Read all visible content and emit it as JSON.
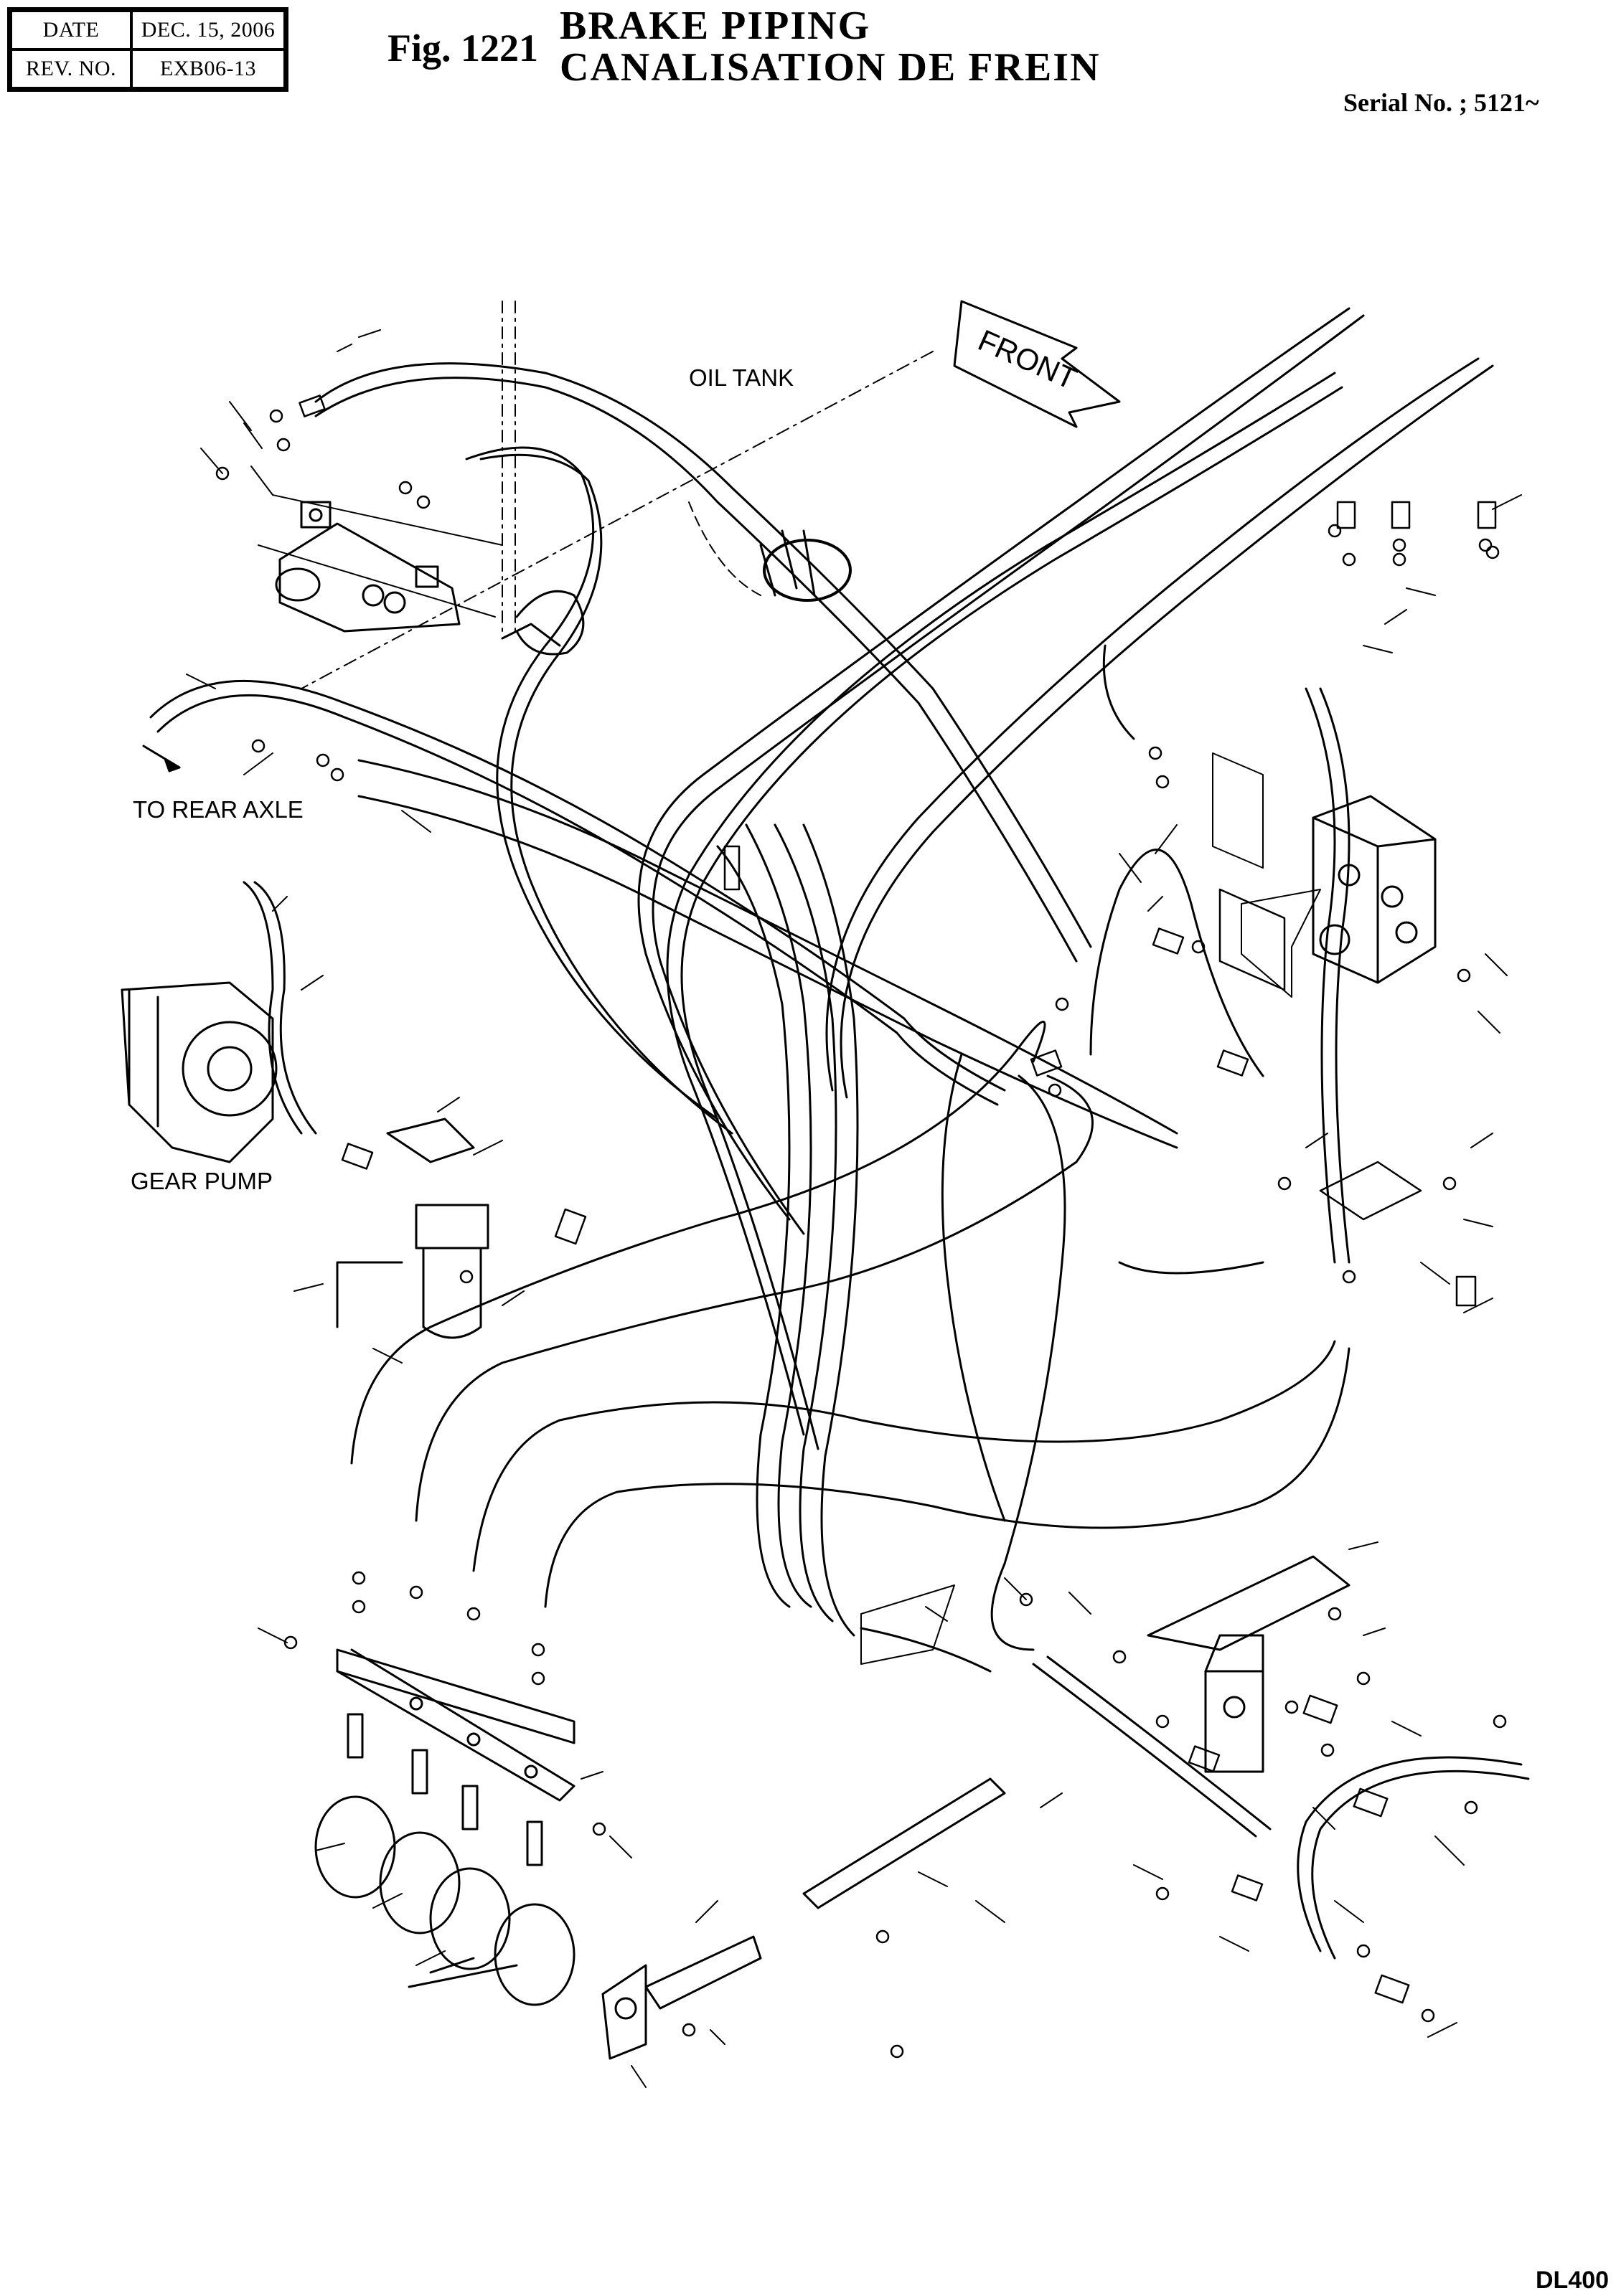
{
  "header": {
    "date_label": "DATE",
    "date_value": "DEC. 15, 2006",
    "rev_label": "REV. NO.",
    "rev_value": "EXB06-13"
  },
  "figure": {
    "number": "Fig. 1221",
    "title_en": "BRAKE  PIPING",
    "title_fr": "CANALISATION  DE  FREIN",
    "serial": "Serial No. ;  5121~"
  },
  "labels": {
    "oil_tank": "OIL TANK",
    "front": "FRONT",
    "rear_axle": "TO REAR AXLE",
    "gear_pump": "GEAR PUMP"
  },
  "footer": {
    "model": "DL400"
  },
  "colors": {
    "ink": "#000000",
    "paper": "#ffffff"
  }
}
